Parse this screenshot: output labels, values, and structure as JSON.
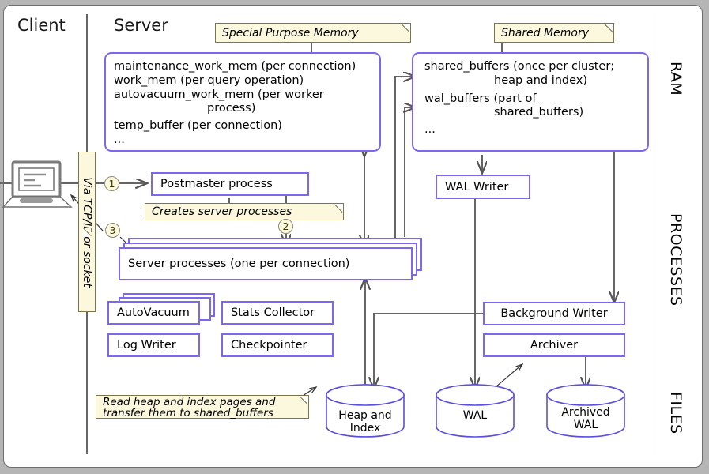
{
  "diagram": {
    "title": "PostgreSQL server architecture",
    "colors": {
      "box_border": "#7b68ee",
      "note_fill": "#fbf8dd",
      "note_border": "#7d7547",
      "connector": "#666666",
      "frame_border": "#6e6e6e",
      "background": "#ffffff"
    }
  },
  "headings": {
    "client": "Client",
    "server": "Server"
  },
  "bands": [
    {
      "label": "RAM"
    },
    {
      "label": "PROCESSES"
    },
    {
      "label": "FILES"
    }
  ],
  "notes": {
    "special_purpose_memory": "Special Purpose Memory",
    "shared_memory": "Shared Memory",
    "creates_server_processes": "Creates server processes",
    "via_tcpip_or_socket": "Via TCP/IP or socket",
    "read_heap_line1": "Read heap and index pages and",
    "read_heap_line2": "transfer them to shared_buffers"
  },
  "steps": [
    {
      "number": "1"
    },
    {
      "number": "2"
    },
    {
      "number": "3"
    }
  ],
  "special_purpose_memory": {
    "lines": [
      "maintenance_work_mem (per connection)",
      "work_mem (per query operation)",
      "autovacuum_work_mem (per worker",
      "process)",
      "temp_buffer (per connection)",
      "..."
    ]
  },
  "shared_memory": {
    "lines": [
      "shared_buffers (once per cluster;",
      "heap and index)",
      "wal_buffers (part of",
      "shared_buffers)",
      "..."
    ]
  },
  "processes": {
    "postmaster": "Postmaster process",
    "server_processes": "Server processes (one per connection)",
    "wal_writer": "WAL Writer",
    "autovacuum": "AutoVacuum",
    "stats_collector": "Stats Collector",
    "log_writer": "Log Writer",
    "checkpointer": "Checkpointer",
    "background_writer": "Background Writer",
    "archiver": "Archiver"
  },
  "files": [
    {
      "label_line1": "Heap and",
      "label_line2": "Index"
    },
    {
      "label_line1": "WAL",
      "label_line2": ""
    },
    {
      "label_line1": "Archived",
      "label_line2": "WAL"
    }
  ]
}
